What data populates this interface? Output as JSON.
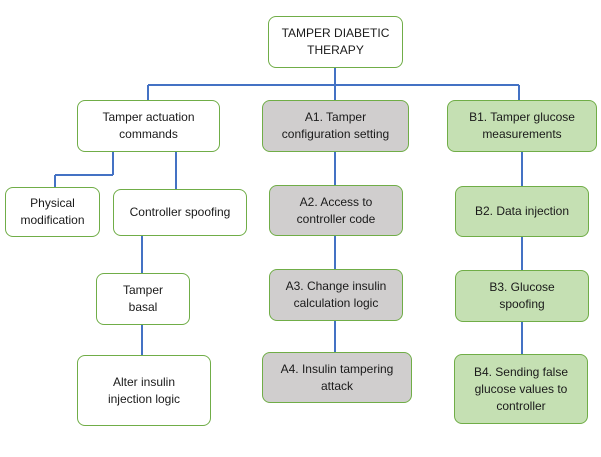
{
  "diagram": {
    "root": {
      "label": "TAMPER DIABETIC\nTHERAPY"
    },
    "left_branch": {
      "head": {
        "label": "Tamper actuation\ncommands"
      },
      "physical": {
        "label": "Physical\nmodification"
      },
      "controller": {
        "label": "Controller spoofing"
      },
      "basal": {
        "label": "Tamper\nbasal"
      },
      "alter": {
        "label": "Alter insulin\ninjection logic"
      }
    },
    "middle_branch": {
      "a1": {
        "label": "A1. Tamper\nconfiguration setting"
      },
      "a2": {
        "label": "A2. Access to\ncontroller code"
      },
      "a3": {
        "label": "A3. Change insulin\ncalculation logic"
      },
      "a4": {
        "label": "A4. Insulin tampering\nattack"
      }
    },
    "right_branch": {
      "b1": {
        "label": "B1. Tamper glucose\nmeasurements"
      },
      "b2": {
        "label": "B2. Data injection"
      },
      "b3": {
        "label": "B3. Glucose\nspoofing"
      },
      "b4": {
        "label": "B4. Sending false\nglucose values to\ncontroller"
      }
    },
    "colors": {
      "connector": "#4472c4",
      "border": "#70ad47",
      "gray_fill": "#d0cece",
      "green_fill": "#c5e0b3"
    }
  }
}
